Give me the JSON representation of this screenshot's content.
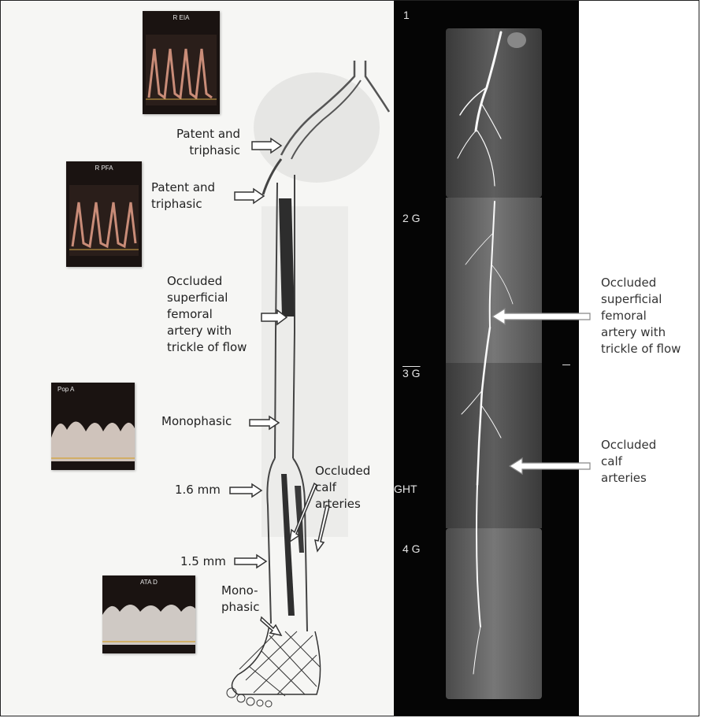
{
  "doppler_panels": {
    "eia": "R EIA",
    "pfa": "R PFA",
    "pop": "Pop A",
    "ata": "ATA D"
  },
  "left_annotations": {
    "eia": [
      "Patent and",
      "triphasic"
    ],
    "pfa": [
      "Patent and",
      "triphasic"
    ],
    "sfa": [
      "Occluded",
      "superficial",
      "femoral",
      "artery with",
      "trickle of flow"
    ],
    "pop": "Monophasic",
    "calf": [
      "Occluded",
      "calf",
      "arteries"
    ],
    "diam_upper": "1.6 mm",
    "diam_lower": "1.5 mm",
    "ata": [
      "Mono-",
      "phasic"
    ]
  },
  "angio_segments": [
    "1",
    "2 G",
    "3 G",
    "GHT",
    "4 G"
  ],
  "right_annotations": {
    "sfa": [
      "Occluded",
      "superficial",
      "femoral",
      "artery with",
      "trickle of flow"
    ],
    "calf": [
      "Occluded",
      "calf",
      "arteries"
    ]
  }
}
